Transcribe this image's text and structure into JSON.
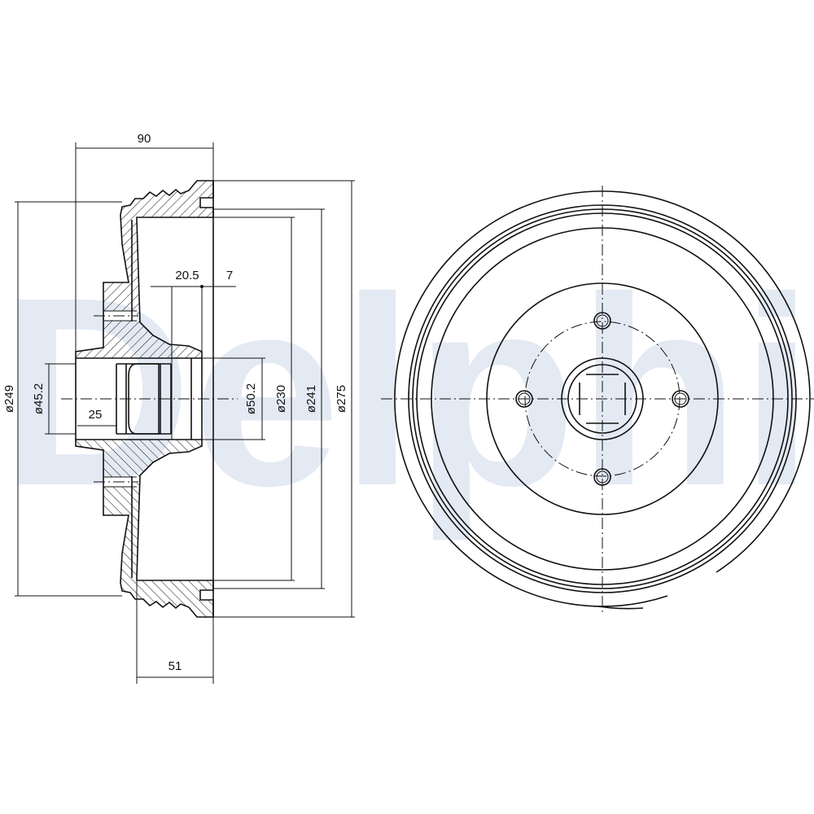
{
  "watermark": "Delphi",
  "dimensions": {
    "width_overall": "90",
    "dia_249": "ø249",
    "dia_45_2": "ø45.2",
    "depth_25": "25",
    "offset_20_5": "20.5",
    "offset_7": "7",
    "dia_50_2": "ø50.2",
    "dia_230": "ø230",
    "dia_241": "ø241",
    "dia_275": "ø275",
    "depth_51": "51"
  }
}
